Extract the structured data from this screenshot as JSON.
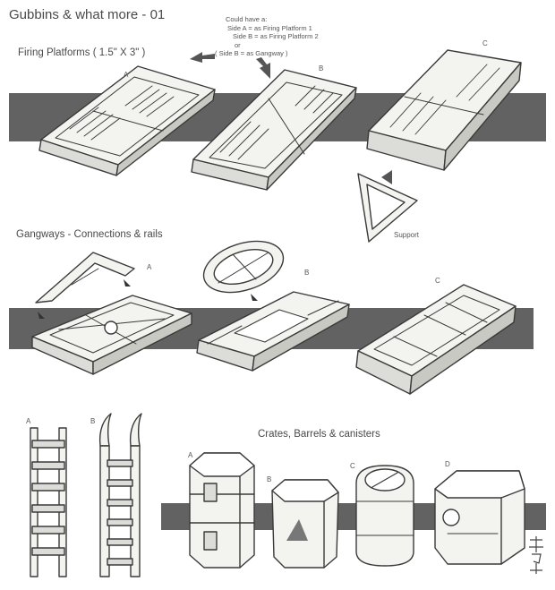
{
  "title": "Gubbins & what more - 01",
  "colors": {
    "band": "#626262",
    "ink": "#3a3a3a",
    "paper": "#ffffff",
    "fill": "#f1f1ee"
  },
  "sections": {
    "firing_platforms": {
      "heading": "Firing Platforms ( 1.5\" X 3\" )",
      "labels": [
        "A",
        "B",
        "C"
      ],
      "support_label": "Support"
    },
    "gangways": {
      "heading": "Gangways - Connections & rails",
      "labels": [
        "A",
        "B",
        "C"
      ]
    },
    "ladders": {
      "labels": [
        "A",
        "B"
      ]
    },
    "crates": {
      "heading": "Crates, Barrels & canisters",
      "labels": [
        "A",
        "B",
        "C",
        "D"
      ]
    }
  },
  "note": {
    "lines": [
      "Could have a:",
      "Side A = as Firing Platform 1",
      "Side B = as Firing Platform 2",
      "or",
      "( Side B = as Gangway )"
    ]
  }
}
